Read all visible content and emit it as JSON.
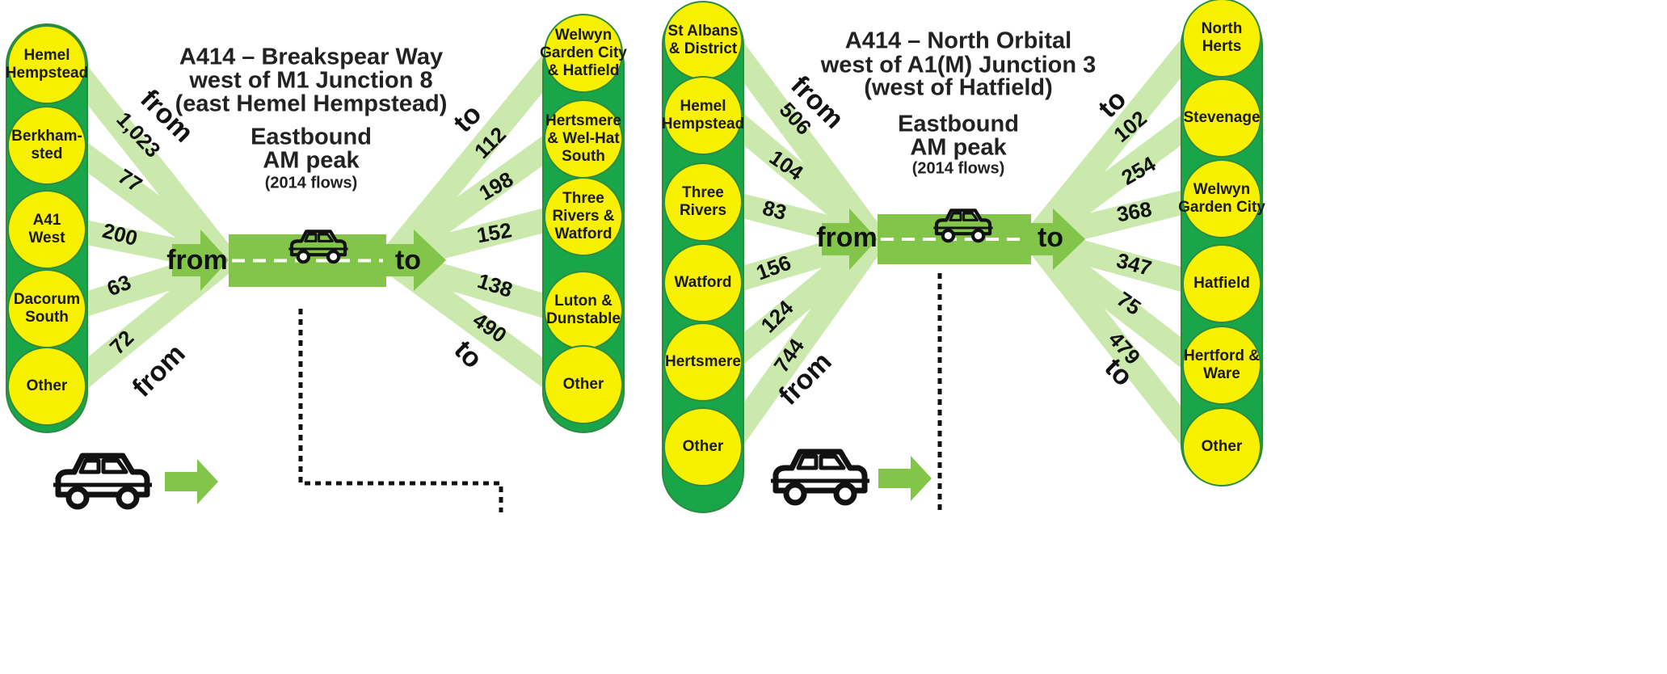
{
  "colors": {
    "column_green": "#19a64a",
    "node_yellow": "#f7f100",
    "node_border": "#2e8b3d",
    "flow_band": "#cbe8ad",
    "arrow_green": "#82c548",
    "text": "#1a1a1a"
  },
  "panels": [
    {
      "title_lines": [
        "A414 – Breakspear Way",
        "west of M1 Junction 8",
        "(east Hemel Hempstead)"
      ],
      "direction_lines": [
        "Eastbound",
        "AM peak"
      ],
      "year_note": "(2014 flows)",
      "from_word": "from",
      "to_word": "to",
      "origins": [
        {
          "label_lines": [
            "Hemel",
            "Hempstead"
          ],
          "flow": "1,023"
        },
        {
          "label_lines": [
            "Berkham-",
            "sted"
          ],
          "flow": "77"
        },
        {
          "label_lines": [
            "A41",
            "West"
          ],
          "flow": "200"
        },
        {
          "label_lines": [
            "Dacorum",
            "South"
          ],
          "flow": "63"
        },
        {
          "label_lines": [
            "Other"
          ],
          "flow": "72"
        }
      ],
      "destinations": [
        {
          "label_lines": [
            "Welwyn",
            "Garden City",
            "& Hatfield"
          ],
          "flow": "112"
        },
        {
          "label_lines": [
            "Hertsmere",
            "& Wel-Hat",
            "South"
          ],
          "flow": "198"
        },
        {
          "label_lines": [
            "Three",
            "Rivers &",
            "Watford"
          ],
          "flow": "152"
        },
        {
          "label_lines": [
            "Luton &",
            "Dunstable"
          ],
          "flow": "138"
        },
        {
          "label_lines": [
            "Other"
          ],
          "flow": "490"
        }
      ]
    },
    {
      "title_lines": [
        "A414 – North Orbital",
        "west of A1(M) Junction 3",
        "(west of Hatfield)"
      ],
      "direction_lines": [
        "Eastbound",
        "AM peak"
      ],
      "year_note": "(2014 flows)",
      "from_word": "from",
      "to_word": "to",
      "origins": [
        {
          "label_lines": [
            "St Albans",
            "& District"
          ],
          "flow": "506"
        },
        {
          "label_lines": [
            "Hemel",
            "Hempstead"
          ],
          "flow": "104"
        },
        {
          "label_lines": [
            "Three",
            "Rivers"
          ],
          "flow": "83"
        },
        {
          "label_lines": [
            "Watford"
          ],
          "flow": "156"
        },
        {
          "label_lines": [
            "Hertsmere"
          ],
          "flow": "124"
        },
        {
          "label_lines": [
            "Other"
          ],
          "flow": "744"
        }
      ],
      "destinations": [
        {
          "label_lines": [
            "North",
            "Herts"
          ],
          "flow": "102"
        },
        {
          "label_lines": [
            "Stevenage"
          ],
          "flow": "254"
        },
        {
          "label_lines": [
            "Welwyn",
            "Garden City"
          ],
          "flow": "368"
        },
        {
          "label_lines": [
            "Hatfield"
          ],
          "flow": "347"
        },
        {
          "label_lines": [
            "Hertford &",
            "Ware"
          ],
          "flow": "75"
        },
        {
          "label_lines": [
            "Other"
          ],
          "flow": "479"
        }
      ]
    }
  ],
  "icons": [
    "car-icon",
    "arrow-right-icon"
  ]
}
